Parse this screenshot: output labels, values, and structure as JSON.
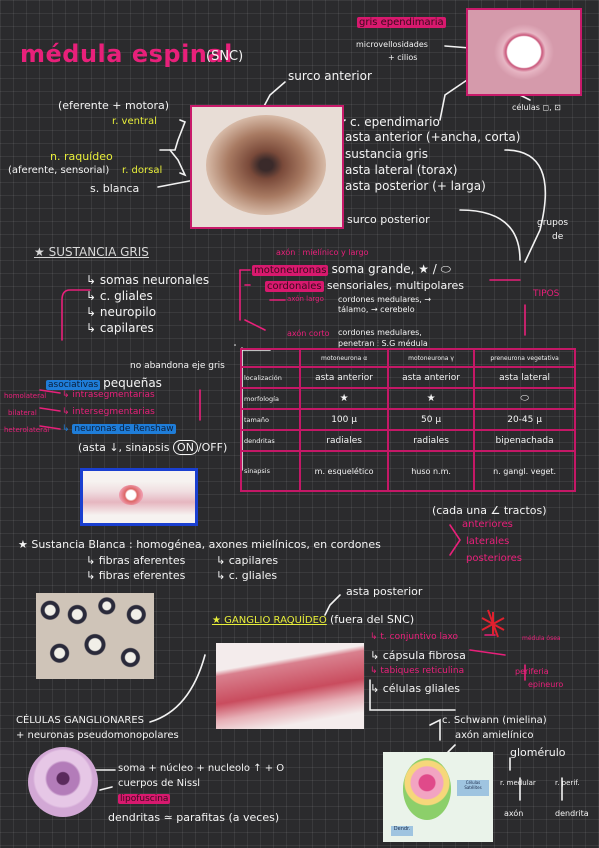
{
  "header": {
    "title": "médula espinal",
    "subtitle": "(SNC)",
    "surco_anterior": "surco anterior",
    "surco_posterior": "surco posterior",
    "gris_ependimaria": "gris ependimaria",
    "microvellosidades": "microvellosidades",
    "cilios": "+ cilios",
    "celulas": "células ◻, ⊡"
  },
  "left_labels": {
    "eferente": "(eferente + motora)",
    "r_ventral": "r. ventral",
    "n_raquideo": "n. raquídeo",
    "aferente": "(aferente, sensorial)",
    "r_dorsal": "r. dorsal",
    "s_blanca": "s. blanca"
  },
  "right_labels": {
    "c_ependimario": "c. ependimario",
    "asta_anterior": "asta anterior (+ancha, corta)",
    "sustancia_gris": "sustancia gris",
    "asta_lateral": "asta lateral (torax)",
    "asta_posterior": "asta posterior (+ larga)",
    "grupos": "grupos",
    "de": "de",
    "tipos": "TIPOS"
  },
  "sustancia_gris": {
    "heading": "★ SUSTANCIA GRIS",
    "items": [
      "somas neuronales",
      "c. gliales",
      "neuropilo",
      "capilares"
    ],
    "axon_mielinico": "axón ⫶ mielínico y largo",
    "motoneuronas": "motoneuronas",
    "motoneuronas_desc": "soma grande, ★ / ⬭",
    "cordonales": "cordonales",
    "cordonales_desc": "sensoriales, multipolares",
    "axon_largo": "axón largo",
    "axon_largo_desc": "cordones medulares, →",
    "talamo": "tálamo, → cerebelo",
    "axon_corto": "axón corto",
    "axon_corto_desc": "cordones medulares,",
    "penetran": "penetran ⫶ S.G médula",
    "no_abandona": "no abandona eje gris",
    "asociativas": "asociativas",
    "pequenas": "pequeñas",
    "homolateral": "homolateral",
    "bilateral": "bilateral",
    "heterolateral": "heterolateral",
    "intrasegmentarias": "intrasegmentarias",
    "intersegmentarias": "intersegmentarias",
    "renshaw": "neuronas de Renshaw",
    "renshaw_prefix": "↳",
    "renshaw_desc_a": "(asta ↓, sinapsis",
    "on": "ON",
    "renshaw_desc_b": "/OFF)"
  },
  "comparison_table": {
    "headers": [
      "",
      "motoneurona α",
      "motoneurona γ",
      "preneurona vegetativa"
    ],
    "rows": [
      [
        "localización",
        "asta anterior",
        "asta anterior",
        "asta lateral"
      ],
      [
        "morfología",
        "★",
        "★",
        "⬭"
      ],
      [
        "tamaño",
        "100 µ",
        "50 µ",
        "20-45 µ"
      ],
      [
        "dendritas",
        "radiales",
        "radiales",
        "bipenachada"
      ],
      [
        "sinapsis",
        "m. esquelético",
        "huso n.m.",
        "n. gangl. veget."
      ]
    ]
  },
  "sustancia_blanca": {
    "cada_una": "(cada una ∠ tractos)",
    "cordones": [
      "anteriores",
      "laterales",
      "posteriores"
    ],
    "line": "★ Sustancia Blanca : homogénea, axones mielínicos, en cordones",
    "items_left": [
      "fibras aferentes",
      "fibras eferentes"
    ],
    "items_right": [
      "capilares",
      "c. gliales"
    ]
  },
  "ganglio": {
    "asta_posterior": "asta posterior",
    "heading": "★ GANGLIO RAQUÍDEO",
    "heading_suffix": "(fuera del SNC)",
    "conjuntivo": "t. conjuntivo laxo",
    "medula_osea": "médula ósea",
    "capsula": "cápsula fibrosa",
    "tabiques": "tabiques reticulina",
    "periferia": "periferia",
    "epineuro": "epineuro",
    "celulas_gliales": "células gliales"
  },
  "celulas_ganglionares": {
    "heading": "CÉLULAS GANGLIONARES",
    "subtitle": "+ neuronas pseudomonopolares",
    "soma": "soma + núcleo + nucleolo ↑ + O",
    "nissl": "cuerpos de Nissl",
    "lipofuscina": "lipofuscina",
    "dendritas": "dendritas ≃ parafitas (a veces)"
  },
  "schwann": {
    "c_schwann": "c. Schwann (mielina)",
    "axon_amielinico": "axón amielínico",
    "glomerulo": "glomérulo",
    "r_medular": "r. medular",
    "r_perif": "r. perif.",
    "axon": "axón",
    "dendrita": "dendrita",
    "celulas_satelites": "Células Satélites",
    "dendr_label": "Dendr."
  },
  "colors": {
    "pink": "#e8207a",
    "yellow": "#e8ef3a",
    "blue": "#1f7dd8",
    "background": "#2b2b2d"
  }
}
